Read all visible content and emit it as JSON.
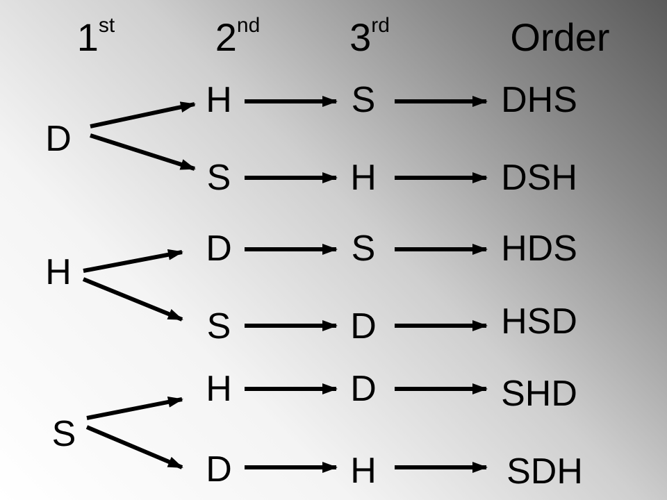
{
  "headers": {
    "first_num": "1",
    "first_sup": "st",
    "second_num": "2",
    "second_sup": "nd",
    "third_num": "3",
    "third_sup": "rd",
    "order": "Order"
  },
  "tree": [
    {
      "first": "D",
      "branches": [
        {
          "second": "H",
          "third": "S",
          "order": "DHS"
        },
        {
          "second": "S",
          "third": "H",
          "order": "DSH"
        }
      ]
    },
    {
      "first": "H",
      "branches": [
        {
          "second": "D",
          "third": "S",
          "order": "HDS"
        },
        {
          "second": "S",
          "third": "D",
          "order": "HSD"
        }
      ]
    },
    {
      "first": "S",
      "branches": [
        {
          "second": "H",
          "third": "D",
          "order": "SHD"
        },
        {
          "second": "D",
          "third": "H",
          "order": "SDH"
        }
      ]
    }
  ]
}
